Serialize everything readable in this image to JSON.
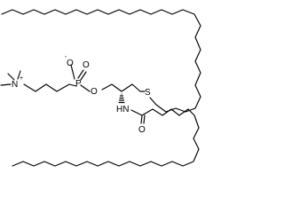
{
  "atoms": {
    "nitrogen_label": "N",
    "nitrogen_charge": "+",
    "oxide_label": "O",
    "oxide_charge": "-",
    "phosphorus_label": "P",
    "phosphoryl_oxygen_label": "O",
    "ester_oxygen_label": "O",
    "sulfur_label": "S",
    "amide_nh_label": "HN",
    "carbonyl_oxygen_label": "O"
  },
  "stereo": {
    "chiral_center_wedge": "hashed"
  },
  "colors": {
    "bond": "#000000",
    "background": "#ffffff"
  }
}
